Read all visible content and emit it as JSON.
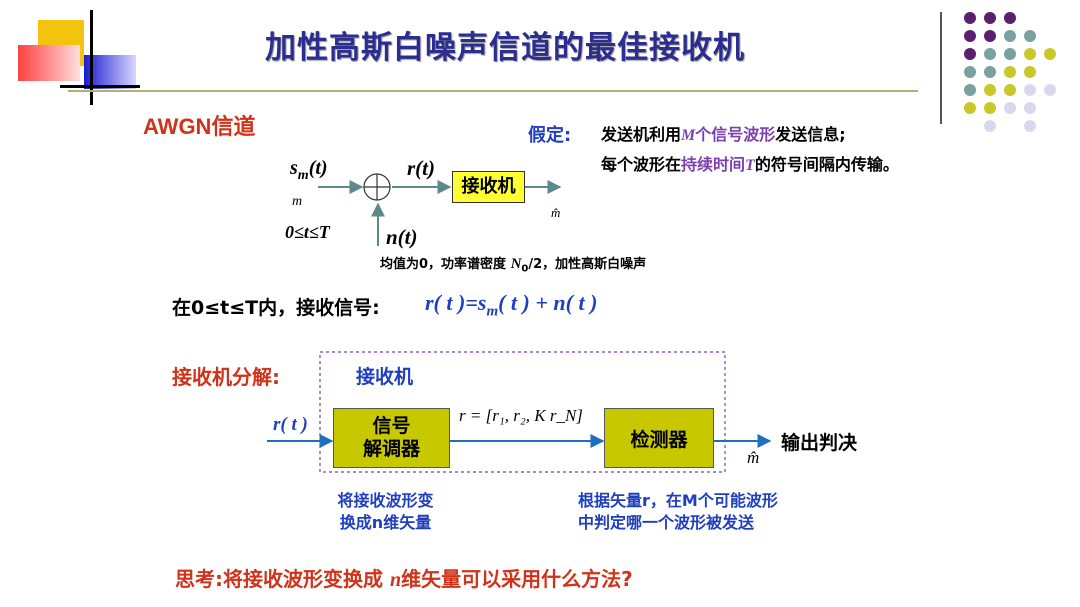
{
  "title": "加性高斯白噪声信道的最佳接收机",
  "awgn_heading": "AWGN信道",
  "assumption": {
    "label": "假定:",
    "line1_a": "发送机利用",
    "line1_m": "M",
    "line1_b": "个信号波形",
    "line1_c": "发送信息;",
    "line2_a": "每个波形在",
    "line2_b": "持续时间",
    "line2_t": "T",
    "line2_c": "的符号间隔内传输。"
  },
  "channel_diagram": {
    "input_s": "s",
    "input_sub": "m",
    "input_arg": "(t)",
    "input_index": "m",
    "output_r": "r(t)",
    "receiver_label": "接收机",
    "output_mhat": "m̂",
    "noise_label": "n(t)",
    "time_range": "0≤t≤T",
    "noise_desc_a": "均值为0，功率谱密度",
    "noise_desc_n": "N",
    "noise_desc_sub": "0",
    "noise_desc_b": "/2，加性高斯白噪声"
  },
  "received_signal": {
    "prefix": "在0≤t≤T内，接收信号:",
    "equation_a": "r( t )=s",
    "equation_sub": "m",
    "equation_b": "( t ) + n( t )"
  },
  "decomposition": {
    "heading": "接收机分解:",
    "receiver_label": "接收机",
    "input": "r( t )",
    "demod_line1": "信号",
    "demod_line2": "解调器",
    "vector_label": "r = [r₁, r₂, K r_N]",
    "detector_label": "检测器",
    "output_label": "输出判决",
    "output_mhat": "m̂",
    "demod_note_1": "将接收波形变",
    "demod_note_2": "换成n维矢量",
    "detector_note_1": "根据矢量r，在M个可能波形",
    "detector_note_2": "中判定哪一个波形被发送"
  },
  "question": {
    "label": "思考:",
    "text_a": "将接收波形变换成",
    "text_n": "n",
    "text_b": "维矢量可以采用什么方法?"
  },
  "colors": {
    "title": "#2b2d8f",
    "accent_blue": "#1f3fbf",
    "accent_red": "#d0321a",
    "accent_purple": "#7b3fb0",
    "box_yellow": "#c8c800",
    "receiver_yellow": "#ffff33"
  }
}
